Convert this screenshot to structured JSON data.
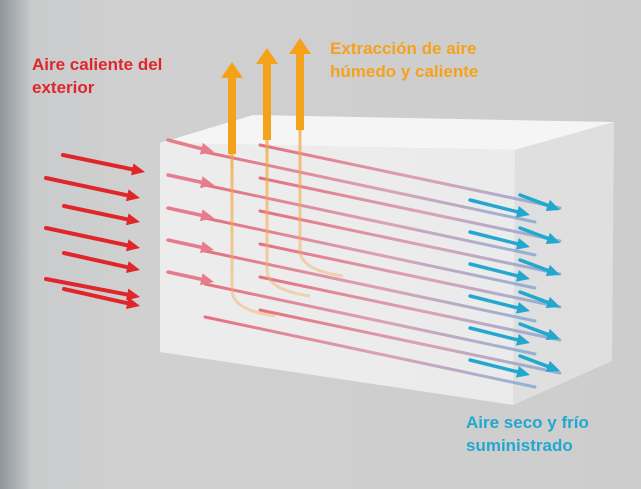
{
  "labels": {
    "hot_outside_air": "Aire caliente del\nexterior",
    "exhaust_air": "Extracción de aire\nhúmedo y caliente",
    "supplied_air": "Aire seco y frío\nsuministrado"
  },
  "colors": {
    "background": "#cfcfcf",
    "hot_air": "#e0262a",
    "exhaust": "#f5a21b",
    "cold_air": "#22a8cf",
    "block": "#f2f2f2"
  },
  "icons": {
    "hot_arrow": "arrow-right-red-icon",
    "exhaust_arrow": "arrow-up-orange-icon",
    "cold_arrow": "arrow-right-blue-icon"
  }
}
